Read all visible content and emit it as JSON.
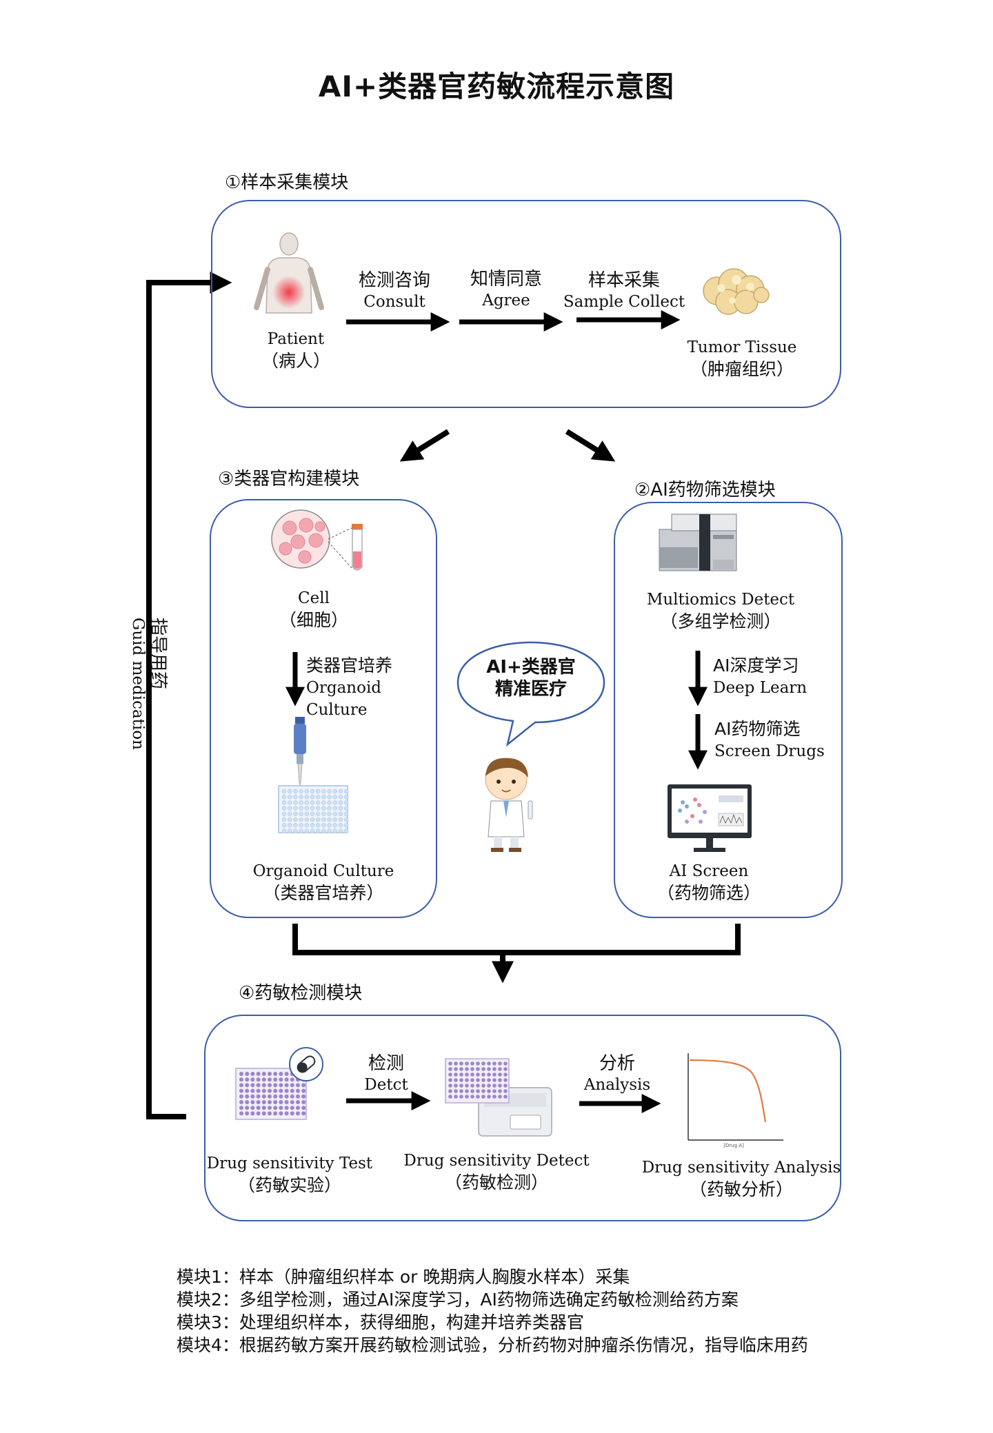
{
  "title": "AI+类器官药敏流程示意图",
  "modules": {
    "m1": "①样本采集模块",
    "m2": "②AI药物筛选模块",
    "m3": "③类器官构建模块",
    "m4": "④药敏检测模块"
  },
  "sample": {
    "patient_en": "Patient",
    "patient_zh": "（病人）",
    "consult_zh": "检测咨询",
    "consult_en": "Consult",
    "agree_zh": "知情同意",
    "agree_en": "Agree",
    "collect_zh": "样本采集",
    "collect_en": "Sample Collect",
    "tissue_en": "Tumor Tissue",
    "tissue_zh": "（肿瘤组织）"
  },
  "organoid": {
    "cell_en": "Cell",
    "cell_zh": "（细胞）",
    "culture_zh": "类器官培养",
    "culture_en": "Organoid Culture",
    "result_en": "Organoid Culture",
    "result_zh": "（类器官培养）"
  },
  "ai": {
    "detect_en": "Multiomics Detect",
    "detect_zh": "（多组学检测）",
    "learn_zh": "AI深度学习",
    "learn_en": "Deep Learn",
    "screen_zh": "AI药物筛选",
    "screen_en": "Screen Drugs",
    "result_en": "AI Screen",
    "result_zh": "（药物筛选）"
  },
  "bubble": {
    "line1": "AI+类器官",
    "line2": "精准医疗"
  },
  "guide": {
    "zh": "指导用药",
    "en": "Guid medication"
  },
  "drug": {
    "test_en": "Drug sensitivity Test",
    "test_zh": "（药敏实验）",
    "detect_step_zh": "检测",
    "detect_step_en": "Detct",
    "detect_en": "Drug sensitivity Detect",
    "detect_zh": "（药敏检测）",
    "analysis_step_zh": "分析",
    "analysis_step_en": "Analysis",
    "analysis_en": "Drug sensitivity Analysis",
    "analysis_zh": "（药敏分析）",
    "plot_xlabel": "[Drug A]"
  },
  "notes": [
    "模块1：样本（肿瘤组织样本 or 晚期病人胸腹水样本）采集",
    "模块2：多组学检测，通过AI深度学习，AI药物筛选确定药敏检测给药方案",
    "模块3：处理组织样本，获得细胞，构建并培养类器官",
    "模块4：根据药敏方案开展药敏检测试验，分析药物对肿瘤杀伤情况，指导临床用药"
  ],
  "colors": {
    "box_border": "#3b5ea8",
    "arrow": "#000000",
    "curve": "#e07a3f",
    "plate_dot": "#9a86c8"
  }
}
